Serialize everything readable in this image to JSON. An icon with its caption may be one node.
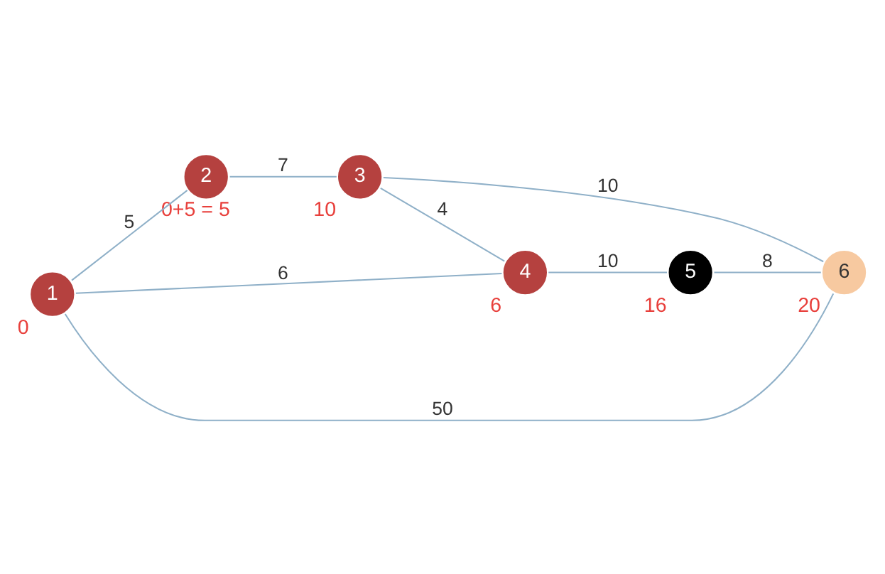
{
  "diagram": {
    "nodes": [
      {
        "text": [
          "1"
        ],
        "beside": [
          "0"
        ]
      },
      {
        "text": [
          "2"
        ],
        "beside": [
          "0+5 = 5"
        ]
      },
      {
        "text": [
          "3"
        ],
        "beside": [
          "10"
        ]
      },
      {
        "text": [
          "4"
        ],
        "beside": [
          "6"
        ]
      },
      {
        "text": [
          "5"
        ],
        "beside": [
          "16"
        ]
      },
      {
        "text": [
          "6"
        ],
        "beside": [
          "20"
        ]
      }
    ],
    "edges": [
      {
        "from": 0,
        "to": 1,
        "arrow": "none",
        "label": "5"
      },
      {
        "from": 1,
        "to": 2,
        "arrow": "none",
        "label": "7"
      },
      {
        "from": 2,
        "to": 5,
        "arrow": "none",
        "label": "10"
      },
      {
        "from": 0,
        "to": 5,
        "arrow": "none",
        "label": "50"
      },
      {
        "from": 0,
        "to": 3,
        "arrow": "none",
        "label": "6"
      },
      {
        "from": 2,
        "to": 3,
        "arrow": "none",
        "label": "4"
      },
      {
        "from": 3,
        "to": 4,
        "arrow": "none",
        "label": "10"
      },
      {
        "from": 4,
        "to": 5,
        "arrow": "none",
        "label": "8"
      }
    ]
  }
}
